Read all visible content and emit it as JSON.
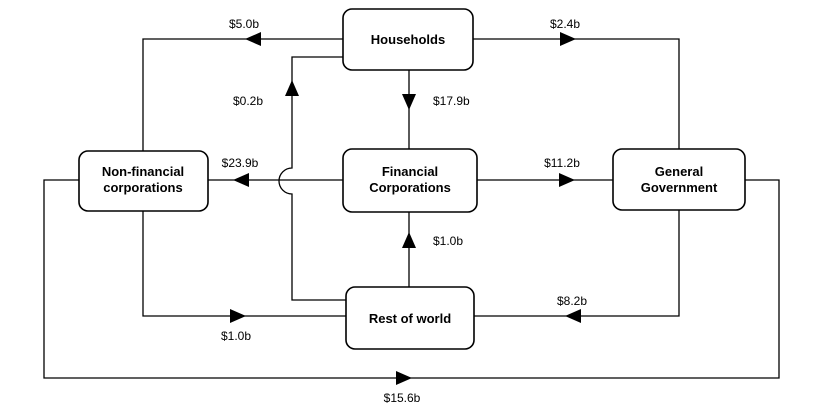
{
  "nodes": {
    "households": [
      "Households"
    ],
    "financial": [
      "Financial",
      "Corporations"
    ],
    "nonfinancial": [
      "Non-financial",
      "corporations"
    ],
    "government": [
      "General",
      "Government"
    ],
    "rest_of_world": [
      "Rest of world"
    ]
  },
  "flows": {
    "hh_to_nonfin": "$5.0b",
    "hh_to_gov": "$2.4b",
    "row_to_hh": "$0.2b",
    "hh_to_fin": "$17.9b",
    "fin_to_nonfin": "$23.9b",
    "fin_to_gov": "$11.2b",
    "row_to_fin": "$1.0b",
    "nonfin_to_row": "$1.0b",
    "gov_to_row": "$8.2b",
    "nonfin_to_gov": "$15.6b"
  },
  "colors": {
    "line": "#000000",
    "box_fill": "#ffffff",
    "background": "#ffffff"
  }
}
